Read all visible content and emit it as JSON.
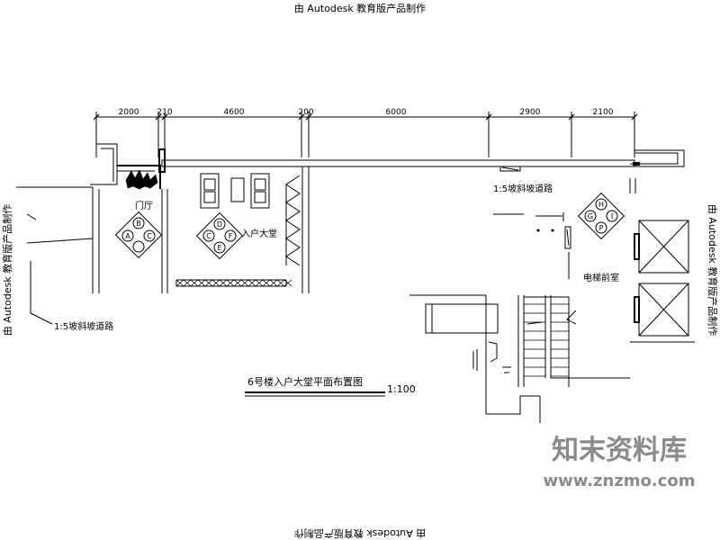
{
  "watermarks": {
    "top": "由 Autodesk 教育版产品制作",
    "bottom": "由 Autodesk 教育版产品制作",
    "left": "由 Autodesk 教育版产品制作",
    "right": "由 Autodesk 教育版产品制作"
  },
  "dimensions": [
    "2000",
    "210",
    "4600",
    "200",
    "6000",
    "2900",
    "2100"
  ],
  "rooms": {
    "gate": "门厅",
    "lobby": "入户大堂",
    "elevator_hall": "电梯前室"
  },
  "ramp_labels": {
    "left": "1:5坡斜坡道路",
    "right": "1:5坡斜坡道路"
  },
  "circle_groups": {
    "gate": [
      "B",
      "A",
      "C"
    ],
    "lobby": [
      "D",
      "C",
      "F",
      "E"
    ],
    "elevator": [
      "G",
      "H",
      "I",
      "P"
    ]
  },
  "drawing_title": "6号楼入户大堂平面布置图",
  "scale": "1:100",
  "site_logo": {
    "name": "知末资料库",
    "url": "www.znzmo.com"
  }
}
